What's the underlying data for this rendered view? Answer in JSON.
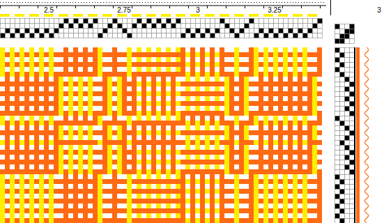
{
  "diagram": {
    "labels": [
      "2.5",
      "2.75",
      "3",
      "3.25",
      "3"
    ]
  }
}
